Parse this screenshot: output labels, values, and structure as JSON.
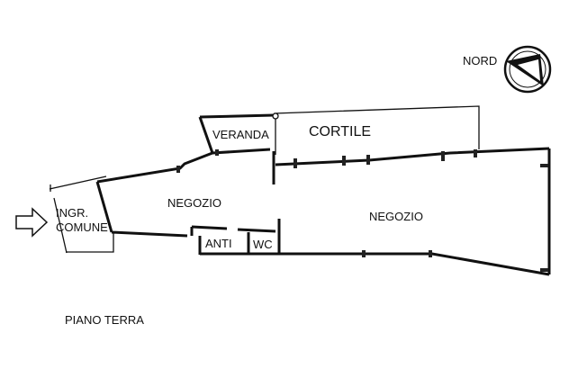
{
  "plan": {
    "rooms": {
      "negozio_left": "NEGOZIO",
      "negozio_right": "NEGOZIO",
      "veranda": "VERANDA",
      "cortile": "CORTILE",
      "ingresso_line1": "INGR.",
      "ingresso_line2": "COMUNE",
      "anti": "ANTI",
      "wc": "WC"
    },
    "compass_label": "NORD",
    "floor_label": "PIANO TERRA",
    "icons": {
      "compass": "north-arrow-icon",
      "entrance": "entrance-arrow-icon"
    },
    "colors": {
      "ink": "#111111",
      "paper": "#ffffff"
    }
  }
}
